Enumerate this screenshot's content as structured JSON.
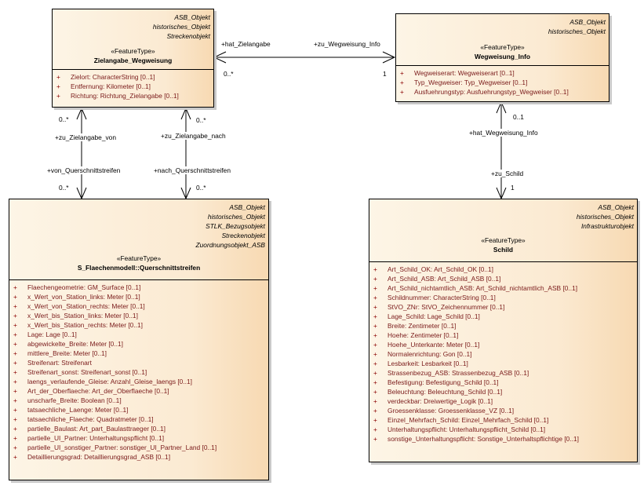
{
  "classes": {
    "zielangabe": {
      "parents": [
        "ASB_Objekt",
        "historisches_Objekt",
        "Streckenobjekt"
      ],
      "stereotype": "«FeatureType»",
      "name": "Zielangabe_Wegweisung",
      "attributes": [
        "Zielort: CharacterString [0..1]",
        "Entfernung: Kilometer [0..1]",
        "Richtung: Richtung_Zielangabe [0..1]"
      ]
    },
    "wegweisung_info": {
      "parents": [
        "ASB_Objekt",
        "historisches_Objekt"
      ],
      "stereotype": "«FeatureType»",
      "name": "Wegweisung_Info",
      "attributes": [
        "Wegweiserart: Wegweiserart [0..1]",
        "Typ_Wegweiser: Typ_Wegweiser [0..1]",
        "Ausfuehrungstyp: Ausfuehrungstyp_Wegweiser [0..1]"
      ]
    },
    "querschnittstreifen": {
      "parents": [
        "ASB_Objekt",
        "historisches_Objekt",
        "STLK_Bezugsobjekt",
        "Streckenobjekt",
        "Zuordnungsobjekt_ASB"
      ],
      "stereotype": "«FeatureType»",
      "name": "S_Flaechenmodell::Querschnittstreifen",
      "attributes": [
        "Flaechengeometrie: GM_Surface [0..1]",
        "x_Wert_von_Station_links: Meter [0..1]",
        "x_Wert_von_Station_rechts: Meter [0..1]",
        "x_Wert_bis_Station_links: Meter [0..1]",
        "x_Wert_bis_Station_rechts: Meter [0..1]",
        "Lage: Lage [0..1]",
        "abgewickelte_Breite: Meter [0..1]",
        "mittlere_Breite: Meter [0..1]",
        "Streifenart: Streifenart",
        "Streifenart_sonst: Streifenart_sonst [0..1]",
        "laengs_verlaufende_Gleise: Anzahl_Gleise_laengs [0..1]",
        "Art_der_Oberflaeche: Art_der_Oberflaeche [0..1]",
        "unscharfe_Breite: Boolean [0..1]",
        "tatsaechliche_Laenge: Meter [0..1]",
        "tatsaechliche_Flaeche: Quadratmeter [0..1]",
        "partielle_Baulast: Art_part_Baulasttraeger [0..1]",
        "partielle_UI_Partner: Unterhaltungspflicht [0..1]",
        "partielle_UI_sonstiger_Partner: sonstiger_UI_Partner_Land [0..1]",
        "Detaillierungsgrad: Detaillierungsgrad_ASB [0..1]"
      ]
    },
    "schild": {
      "parents": [
        "ASB_Objekt",
        "historisches_Objekt",
        "Infrastrukturobjekt"
      ],
      "stereotype": "«FeatureType»",
      "name": "Schild",
      "attributes": [
        "Art_Schild_OK: Art_Schild_OK [0..1]",
        "Art_Schild_ASB: Art_Schild_ASB [0..1]",
        "Art_Schild_nichtamtlich_ASB: Art_Schild_nichtamtlich_ASB [0..1]",
        "Schildnummer: CharacterString [0..1]",
        "StVO_ZNr: StVO_Zeichennummer [0..1]",
        "Lage_Schild: Lage_Schild [0..1]",
        "Breite: Zentimeter [0..1]",
        "Hoehe: Zentimeter [0..1]",
        "Hoehe_Unterkante: Meter [0..1]",
        "Normalenrichtung: Gon [0..1]",
        "Lesbarkeit: Lesbarkeit [0..1]",
        "Strassenbezug_ASB: Strassenbezug_ASB [0..1]",
        "Befestigung: Befestigung_Schild [0..1]",
        "Beleuchtung: Beleuchtung_Schild [0..1]",
        "verdeckbar: Dreiwertige_Logik [0..1]",
        "Groessenklasse: Groessenklasse_VZ [0..1]",
        "Einzel_Mehrfach_Schild: Einzel_Mehrfach_Schild [0..1]",
        "Unterhaltungspflicht: Unterhaltungspflicht_Schild [0..1]",
        "sonstige_Unterhaltungspflicht: Sonstige_Unterhaltspflichtige [0..1]"
      ]
    }
  },
  "visibility_marker": "+",
  "associations": {
    "a1": {
      "role_left": "+hat_Zielangabe",
      "role_right": "+zu_Wegweisung_Info",
      "mult_left": "0..*",
      "mult_right": "1"
    },
    "a2": {
      "role_top": "+zu_Zielangabe_von",
      "role_bottom": "+von_Querschnittstreifen",
      "mult_top": "0..*",
      "mult_bottom": "0..*"
    },
    "a3": {
      "role_top": "+zu_Zielangabe_nach",
      "role_bottom": "+nach_Querschnittstreifen",
      "mult_top": "0..*",
      "mult_bottom": "0..*"
    },
    "a4": {
      "role_top": "+hat_Wegweisung_Info",
      "role_bottom": "+zu_Schild",
      "mult_top": "0..1",
      "mult_bottom": "1"
    }
  }
}
